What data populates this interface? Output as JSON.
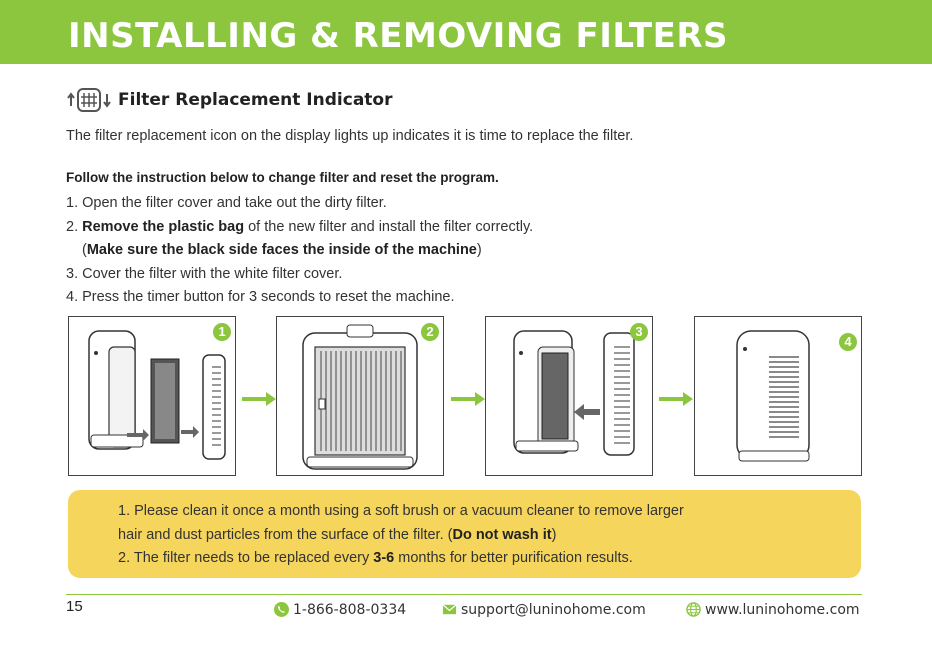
{
  "header": {
    "title": "INSTALLING & REMOVING FILTERS"
  },
  "section": {
    "title": "Filter Replacement Indicator",
    "intro": "The filter replacement icon on the display lights up indicates it is time to replace the filter."
  },
  "instructions": {
    "heading": "Follow the instruction below to change filter and reset the program.",
    "step1": "1. Open the filter cover and take out the dirty filter.",
    "step2_prefix": "2. ",
    "step2_bold": "Remove the plastic bag",
    "step2_rest": " of the new filter and install the filter correctly.",
    "step2b_open": "(",
    "step2b_bold": "Make sure the black side faces the inside of the machine",
    "step2b_close": ")",
    "step3": "3. Cover the filter with the white filter cover.",
    "step4": "4. Press the timer button for 3 seconds to reset the machine."
  },
  "diagram": {
    "badges": [
      "1",
      "2",
      "3",
      "4"
    ]
  },
  "note": {
    "line1": "1. Please clean it once a month using a soft brush or a vacuum cleaner to remove larger",
    "line2_prefix": "hair and dust particles from the surface of the filter. (",
    "line2_bold": "Do not wash it",
    "line2_suffix": ")",
    "line3_prefix": "2. The filter needs to be replaced every ",
    "line3_bold": "3-6",
    "line3_suffix": " months for better purification results."
  },
  "footer": {
    "page_number": "15",
    "phone": "1-866-808-0334",
    "email": "support@luninohome.com",
    "website": "www.luninohome.com"
  },
  "colors": {
    "accent_green": "#8cc63f",
    "note_yellow": "#f5d55b",
    "text_dark": "#333333"
  },
  "icons": [
    "filter-indicator-icon",
    "phone-icon",
    "email-icon",
    "globe-icon",
    "arrow-right-icon"
  ]
}
